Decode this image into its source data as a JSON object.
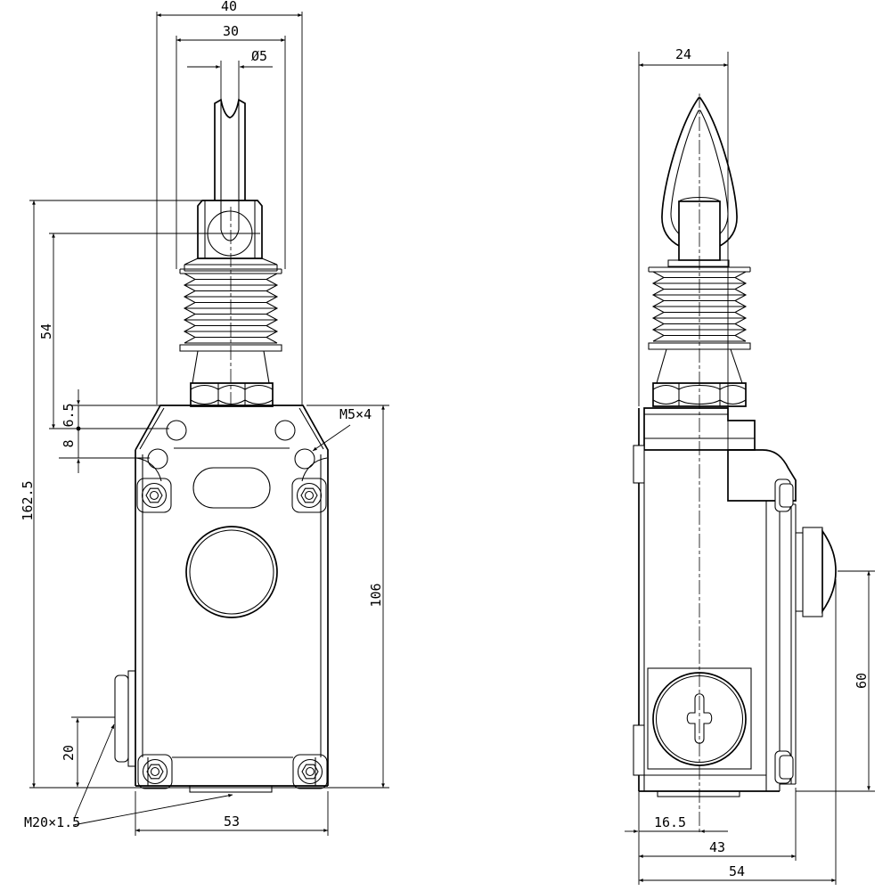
{
  "drawing": {
    "background": "#ffffff",
    "line_color": "#000000",
    "front_view": {
      "dim_top_width": "40",
      "dim_fork_width": "30",
      "dim_rope_dia": "Ø5",
      "dim_pulley_to_holes": "54",
      "dim_hole_offset_upper": "6.5",
      "dim_hole_offset_lower": "8",
      "dim_overall_height": "162.5",
      "label_mount_thread": "M5×4",
      "dim_body_height": "106",
      "dim_gland_center": "20",
      "label_gland_thread": "M20×1.5",
      "dim_body_width": "53"
    },
    "side_view": {
      "dim_depth_top": "24",
      "dim_button_height": "60",
      "dim_center_offset": "16.5",
      "dim_body_depth": "43",
      "dim_overall_depth": "54"
    }
  }
}
